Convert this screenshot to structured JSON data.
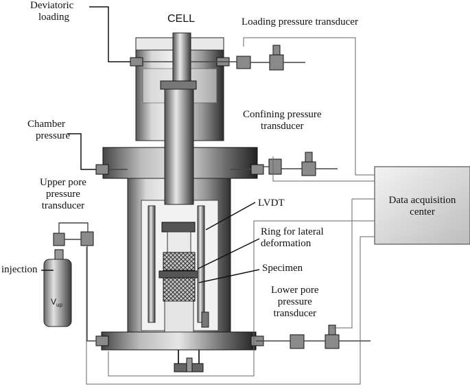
{
  "labels": {
    "deviatoric": [
      "Deviatoric",
      "loading"
    ],
    "cell": "CELL",
    "loading_pt": "Loading pressure transducer",
    "chamber": [
      "Chamber",
      "pressure"
    ],
    "confining": [
      "Confining pressure",
      "transducer"
    ],
    "upper_pore": [
      "Upper pore",
      "pressure",
      "transducer"
    ],
    "lvdt": "LVDT",
    "ring": [
      "Ring for lateral",
      "deformation"
    ],
    "specimen": "Specimen",
    "injection": "injection",
    "vup_main": "V",
    "vup_sub": "up",
    "lower_pore": [
      "Lower pore",
      "pressure",
      "transducer"
    ],
    "daq": [
      "Data acquisition",
      "center"
    ]
  }
}
